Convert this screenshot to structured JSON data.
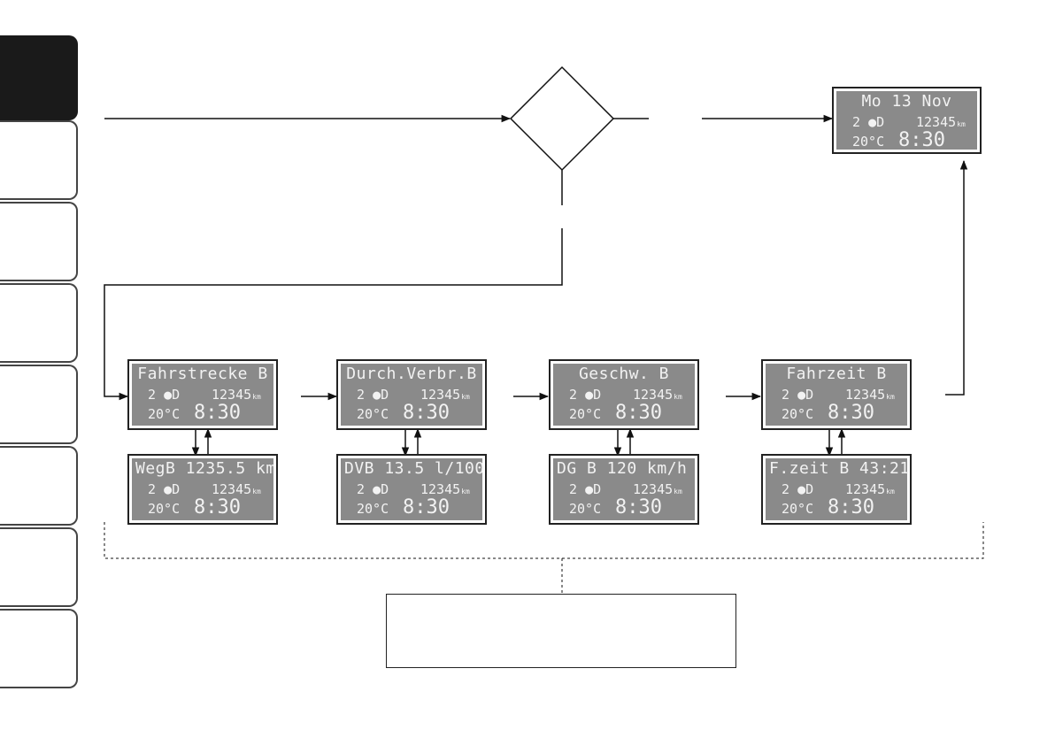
{
  "side_tabs": {
    "count": 8,
    "active_index": 0
  },
  "display_common": {
    "gear": "2",
    "lamp_icon": "headlight-icon",
    "odometer": "12345",
    "odometer_unit": "km",
    "temperature": "20°C",
    "time": "8:30"
  },
  "date_display": {
    "title": "Mo 13 Nov"
  },
  "trip_displays": [
    {
      "title": "Fahrstrecke B",
      "detail": "WegB  1235.5 km"
    },
    {
      "title": "Durch.Verbr.B",
      "detail": "DVB 13.5 l/100"
    },
    {
      "title": "Geschw. B",
      "detail": "DG B  120 km/h"
    },
    {
      "title": "Fahrzeit B",
      "detail": "F.zeit B 43:21"
    }
  ],
  "colors": {
    "lcd_background": "#8a8a8a",
    "lcd_text": "#f2f2f2",
    "active_tab": "#1a1a1a"
  }
}
